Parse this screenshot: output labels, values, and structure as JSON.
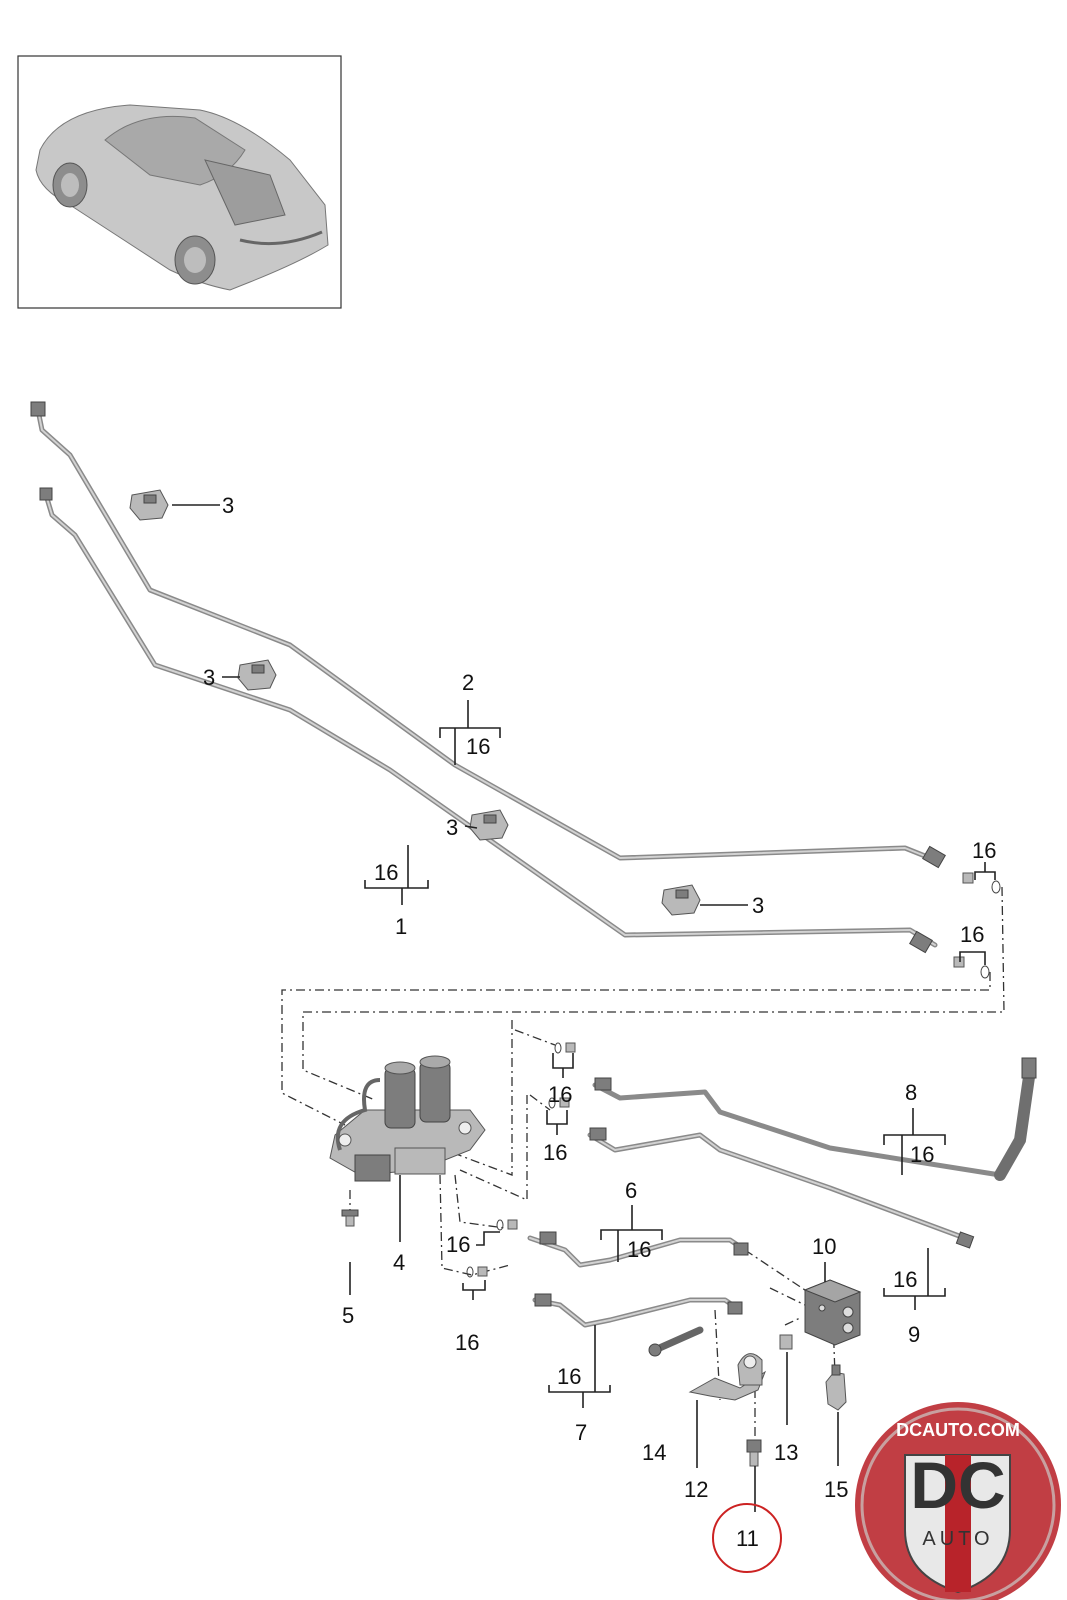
{
  "callouts": {
    "c1": "1",
    "c2": "2",
    "c3a": "3",
    "c3b": "3",
    "c3c": "3",
    "c3d": "3",
    "c4": "4",
    "c5": "5",
    "c6": "6",
    "c7": "7",
    "c8": "8",
    "c9": "9",
    "c10": "10",
    "c11": "11",
    "c12": "12",
    "c13": "13",
    "c14": "14",
    "c15": "15",
    "s1": "16",
    "s2": "16",
    "s3": "16",
    "s4": "16",
    "s5": "16",
    "s6": "16",
    "s7": "16",
    "s8": "16",
    "s9": "16",
    "s10": "16",
    "s11": "16",
    "s12": "16"
  },
  "watermark": {
    "line1": "DCAUTO.COM",
    "line2": "DC",
    "line3": "AUTO"
  },
  "colors": {
    "highlight": "#cc2222",
    "watermark_red": "#b8232a",
    "watermark_ring": "#c8a0a0"
  },
  "icons": {
    "thumbnail": "car-thumbnail-icon",
    "logo": "dcauto-logo-icon"
  }
}
